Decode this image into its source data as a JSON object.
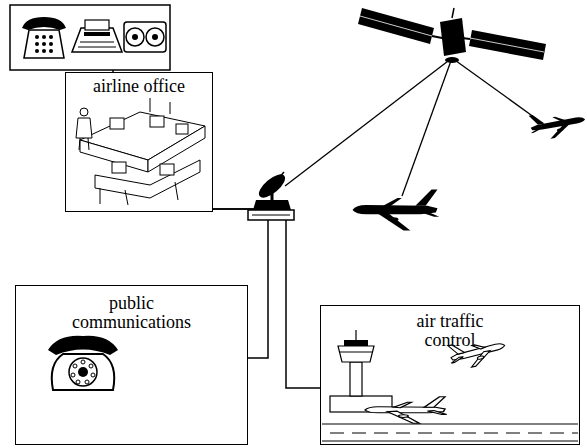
{
  "diagram": {
    "nodes": [
      {
        "text": [
          "airline office"
        ]
      },
      {
        "text": [
          "public communications"
        ]
      },
      {
        "text": [
          "air traffic control"
        ]
      }
    ],
    "edges": [
      {
        "from": 0,
        "to": 1,
        "arrow": "none"
      },
      {
        "from": 0,
        "to": 2,
        "arrow": "none"
      }
    ]
  }
}
